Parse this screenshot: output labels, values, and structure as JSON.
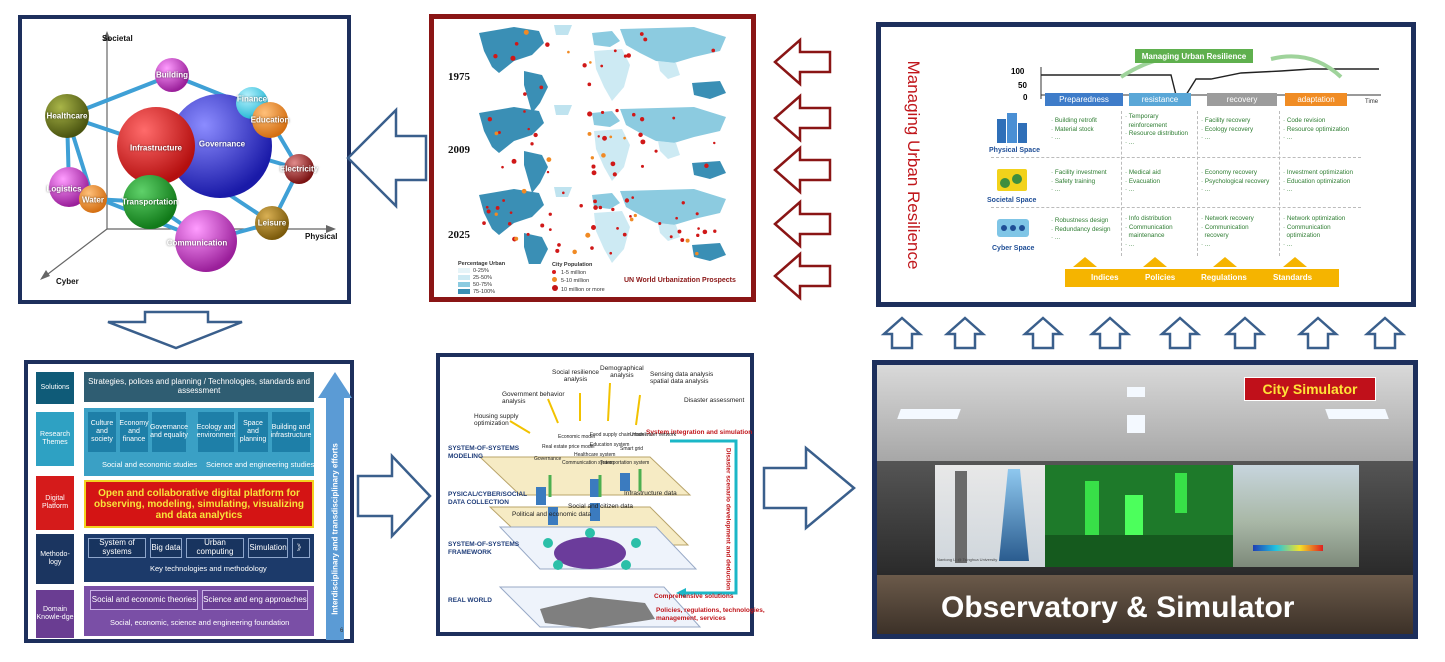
{
  "bubbles": {
    "axis": {
      "societal": "Societal",
      "physical": "Physical",
      "cyber": "Cyber"
    },
    "nodes": {
      "building": "Building",
      "healthcare": "Healthcare",
      "infrastructure": "Infrastructure",
      "governance": "Governance",
      "finance": "Finance",
      "education": "Education",
      "electricity": "Electricity",
      "logistics": "Logistics",
      "water": "Water",
      "transportation": "Transportation",
      "leisure": "Leisure",
      "communication": "Communication"
    }
  },
  "map": {
    "years": [
      "1975",
      "2009",
      "2025"
    ],
    "legend_title_left": "Percentage Urban",
    "legend_left": [
      "0-25%",
      "25-50%",
      "50-75%",
      "75-100%"
    ],
    "legend_title_right": "City Population",
    "legend_right": [
      "1-5 million",
      "5-10 million",
      "10 million or more"
    ],
    "source": "UN World Urbanization Prospects"
  },
  "resilience": {
    "vertical_title": "Managing Urban Resilience",
    "top_label": "Managing Urban Resilience",
    "axis_100": "100",
    "axis_50": "50",
    "axis_0": "0",
    "axis_time": "Time",
    "phases": [
      "Preparedness",
      "resistance",
      "recovery",
      "adaptation"
    ],
    "spaces": [
      "Physical Space",
      "Societal Space",
      "Cyber Space"
    ],
    "cells": [
      [
        "· Building retrofit\n· Material stock\n· ...",
        "· Temporary\n  reinforcement\n· Resource distribution\n· ...",
        "· Facility recovery\n· Ecology recovery\n· ...",
        "· Code revision\n· Resource optimization\n· ..."
      ],
      [
        "· Facility investment\n· Safety training\n· ...",
        "· Medical aid\n· Evacuation\n· ...",
        "· Economy recovery\n· Psychological recovery\n· ...",
        "· Investment optimization\n· Education optimization\n· ..."
      ],
      [
        "· Robustness design\n· Redundancy design\n· ...",
        "· Info distribution\n· Communication\n  maintenance\n· ...",
        "· Network recovery\n· Communication\n  recovery\n· ...",
        "· Network optimization\n· Communication\n  optimization\n· ..."
      ]
    ],
    "bottom": [
      "Indices",
      "Policies",
      "Regulations",
      "Standards"
    ]
  },
  "framework": {
    "side": [
      "Solutions",
      "Research Themes",
      "Digital Platform",
      "Methodo-logy",
      "Domain Knowle-dge"
    ],
    "strategies": "Strategies, polices and planning  /  Technologies, standards and assessment",
    "themes": [
      "Culture and society",
      "Economy and finance",
      "Governance and equality",
      "Ecology and environment",
      "Space and planning",
      "Building and infrastructure"
    ],
    "social_studies": "Social and economic studies",
    "science_studies": "Science and engineering studies",
    "platform": "Open and collaborative digital platform for observing, modeling, simulating, visualizing and data analytics",
    "methods": [
      "System of systems",
      "Big data",
      "Urban computing",
      "Simulation",
      "》"
    ],
    "key_tech": "Key technologies and methodology",
    "theories": [
      "Social and economic theories",
      "Science and eng approaches"
    ],
    "foundation": "Social, economic, science and engineering foundation",
    "vertical": "Interdisciplinary and transdisciplinary efforts",
    "page_no": "6"
  },
  "sos": {
    "top_labels": [
      "Social resilience\nanalysis",
      "Demographical\nanalysis",
      "Sensing data analysis\nspatial data analysis",
      "Government behavior\nanalysis",
      "Disaster assessment",
      "Housing supply\noptimization"
    ],
    "layers": [
      "SYSTEM-OF-SYSTEMS\nMODELING",
      "PYSICAL/CYBER/SOCIAL\nDATA COLLECTION",
      "SYSTEM-OF-SYSTEMS\nFRAMEWORK",
      "REAL WORLD"
    ],
    "integration": "System integration and simulation",
    "vertical": "Disaster scenario development and deduction",
    "solutions": "Comprehensive solutions",
    "solutions_detail": "Policies, regulations, technologies,\nmanagement, services",
    "data_labels": [
      "Infrastructure data",
      "Social and citizen data",
      "Political and economic data"
    ],
    "model_labels": [
      "Economic model",
      "Real estate price model",
      "Food supply chain model",
      "Education system",
      "Healthcare system",
      "Communication system",
      "Smart grid",
      "Urban water network",
      "Transportation system",
      "Governance"
    ]
  },
  "simulator": {
    "badge": "City Simulator",
    "caption": "Observatory & Simulator",
    "screen_note": "Nantong Li @ Tsinghua University"
  },
  "colors": {
    "navy": "#1d2f5c",
    "maroon": "#8a1515",
    "arrow_blue": "#3a5f8c"
  }
}
